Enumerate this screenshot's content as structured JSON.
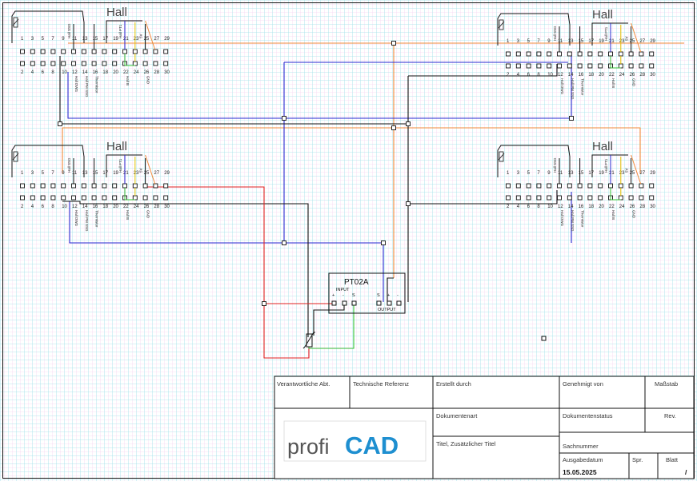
{
  "connector": {
    "hall_label": "Hall",
    "top_pins": [
      "1",
      "3",
      "5",
      "7",
      "9",
      "11",
      "13",
      "15",
      "17",
      "19",
      "21",
      "23",
      "25",
      "27",
      "29"
    ],
    "bottom_pins": [
      "2",
      "4",
      "6",
      "8",
      "10",
      "12",
      "14",
      "16",
      "18",
      "20",
      "22",
      "24",
      "26",
      "28",
      "30"
    ],
    "top_signals": [
      "Hall SSG",
      "Hall PT1",
      "5V"
    ],
    "bottom_signals": [
      "Hall DWG",
      "Hall PM SSG",
      "Thermistor",
      "Hall B",
      "GND"
    ]
  },
  "module": {
    "title": "PT02A",
    "input_label": "INPUT",
    "output_label": "OUTPUT",
    "input_pins": [
      "+",
      "-",
      "S"
    ],
    "output_pins": [
      "S",
      "+",
      "-"
    ]
  },
  "title_block": {
    "responsible_dept": "Verantwortliche Abt.",
    "technical_reference": "Technische Referenz",
    "created_by": "Erstellt durch",
    "approved_by": "Genehmigt von",
    "scale": "Maßstab",
    "document_type": "Dokumentenart",
    "document_status": "Dokumentenstatus",
    "revision": "Rev.",
    "title": "Titel, Zusätzlicher Titel",
    "part_number": "Sachnummer",
    "issue_date_label": "Ausgabedatum",
    "issue_date": "15.05.2025",
    "language": "Spr.",
    "sheet_label": "Blatt",
    "sheet_value": "/",
    "logo_profi": "profi",
    "logo_cad": "CAD"
  },
  "colors": {
    "grid": "#9fe8ea",
    "black": "#111111",
    "orange": "#f0883a",
    "blue": "#2a2ad0",
    "red": "#e02020",
    "green": "#36c236",
    "yellow": "#e3c400"
  }
}
